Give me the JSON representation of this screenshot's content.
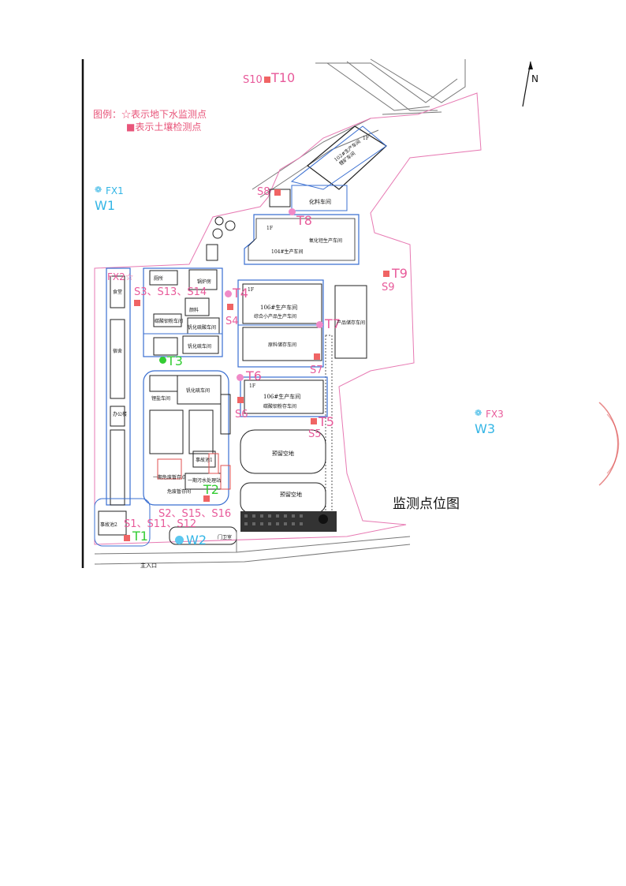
{
  "map": {
    "title": "监测点位图",
    "north_label": "N",
    "legend": {
      "groundwater": "图例：☆表示地下水监测点",
      "soil": "■表示土壤检测点"
    },
    "points": {
      "S10": "S10",
      "T10": "T10",
      "S8": "S8",
      "T8": "T8",
      "T9": "T9",
      "S9": "S9",
      "FX1": "FX1",
      "W1": "W1",
      "FX2": "FX2☆",
      "S3": "S3、S13、S14",
      "T4": "T4",
      "S4": "S4",
      "T7": "T7",
      "T3": "T3",
      "S7": "S7",
      "T6": "T6",
      "S6": "S6",
      "T5": "T5",
      "S5": "S5",
      "FX3": "FX3",
      "W3": "W3",
      "T2": "T2",
      "S2": "S2、S15、S16",
      "S1": "S1、S11、S12",
      "T1": "T1",
      "W2": "W2"
    },
    "buildings": {
      "b1": "1F",
      "b2": "102#生产车间",
      "b3": "锂矿车间",
      "b4": "化料车间",
      "b5": "1F",
      "b6": "氧化钽生产车间",
      "b7": "104#生产车间",
      "b8": "1F",
      "b9": "106#生产车间",
      "b10": "综合小产品生产车间",
      "b11": "原料储存车间",
      "b12": "产品储存车间",
      "b13": "厕所",
      "b14": "锅炉房",
      "b15": "颜料",
      "b16": "碳酸钡粉车间",
      "b17": "钒化硫酸车间",
      "b18": "钒化硫车间",
      "b19": "1F",
      "b20": "106#生产车间",
      "b21": "碳酸钡粉存车间",
      "b22": "钒化硫车间",
      "b23": "锂盐车间",
      "b24": "预留空地",
      "b25": "事故池1",
      "b26": "一期危废暂存点",
      "b27": "一期污水处理站",
      "b28": "危废暂存间",
      "b29": "事故池2",
      "b30": "预留空地",
      "b31": "门卫室",
      "b32": "主入口",
      "b33": "办公楼",
      "b34": "宿舍",
      "b35": "食堂"
    }
  }
}
